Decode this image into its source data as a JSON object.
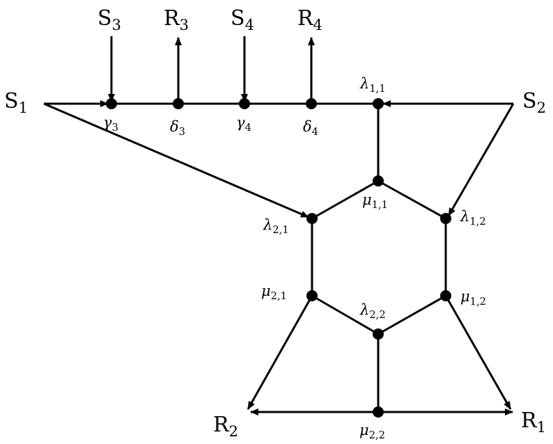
{
  "colors": {
    "stroke": "#000000",
    "background": "#ffffff"
  },
  "terminals": [
    {
      "id": "S3",
      "base": "S",
      "sub": "3"
    },
    {
      "id": "R3",
      "base": "R",
      "sub": "3"
    },
    {
      "id": "S4",
      "base": "S",
      "sub": "4"
    },
    {
      "id": "R4",
      "base": "R",
      "sub": "4"
    },
    {
      "id": "S1",
      "base": "S",
      "sub": "1"
    },
    {
      "id": "S2",
      "base": "S",
      "sub": "2"
    },
    {
      "id": "R2",
      "base": "R",
      "sub": "2"
    },
    {
      "id": "R1",
      "base": "R",
      "sub": "1"
    }
  ],
  "nodes": [
    {
      "id": "g3",
      "base": "γ",
      "sub": "3"
    },
    {
      "id": "d3",
      "base": "δ",
      "sub": "3"
    },
    {
      "id": "g4",
      "base": "γ",
      "sub": "4"
    },
    {
      "id": "d4",
      "base": "δ",
      "sub": "4"
    },
    {
      "id": "l11",
      "base": "λ",
      "sub": "1,1"
    },
    {
      "id": "m11",
      "base": "μ",
      "sub": "1,1"
    },
    {
      "id": "l21",
      "base": "λ",
      "sub": "2,1"
    },
    {
      "id": "l12",
      "base": "λ",
      "sub": "1,2"
    },
    {
      "id": "m21",
      "base": "μ",
      "sub": "2,1"
    },
    {
      "id": "m12",
      "base": "μ",
      "sub": "1,2"
    },
    {
      "id": "l22",
      "base": "λ",
      "sub": "2,2"
    },
    {
      "id": "m22",
      "base": "μ",
      "sub": "2,2"
    }
  ]
}
